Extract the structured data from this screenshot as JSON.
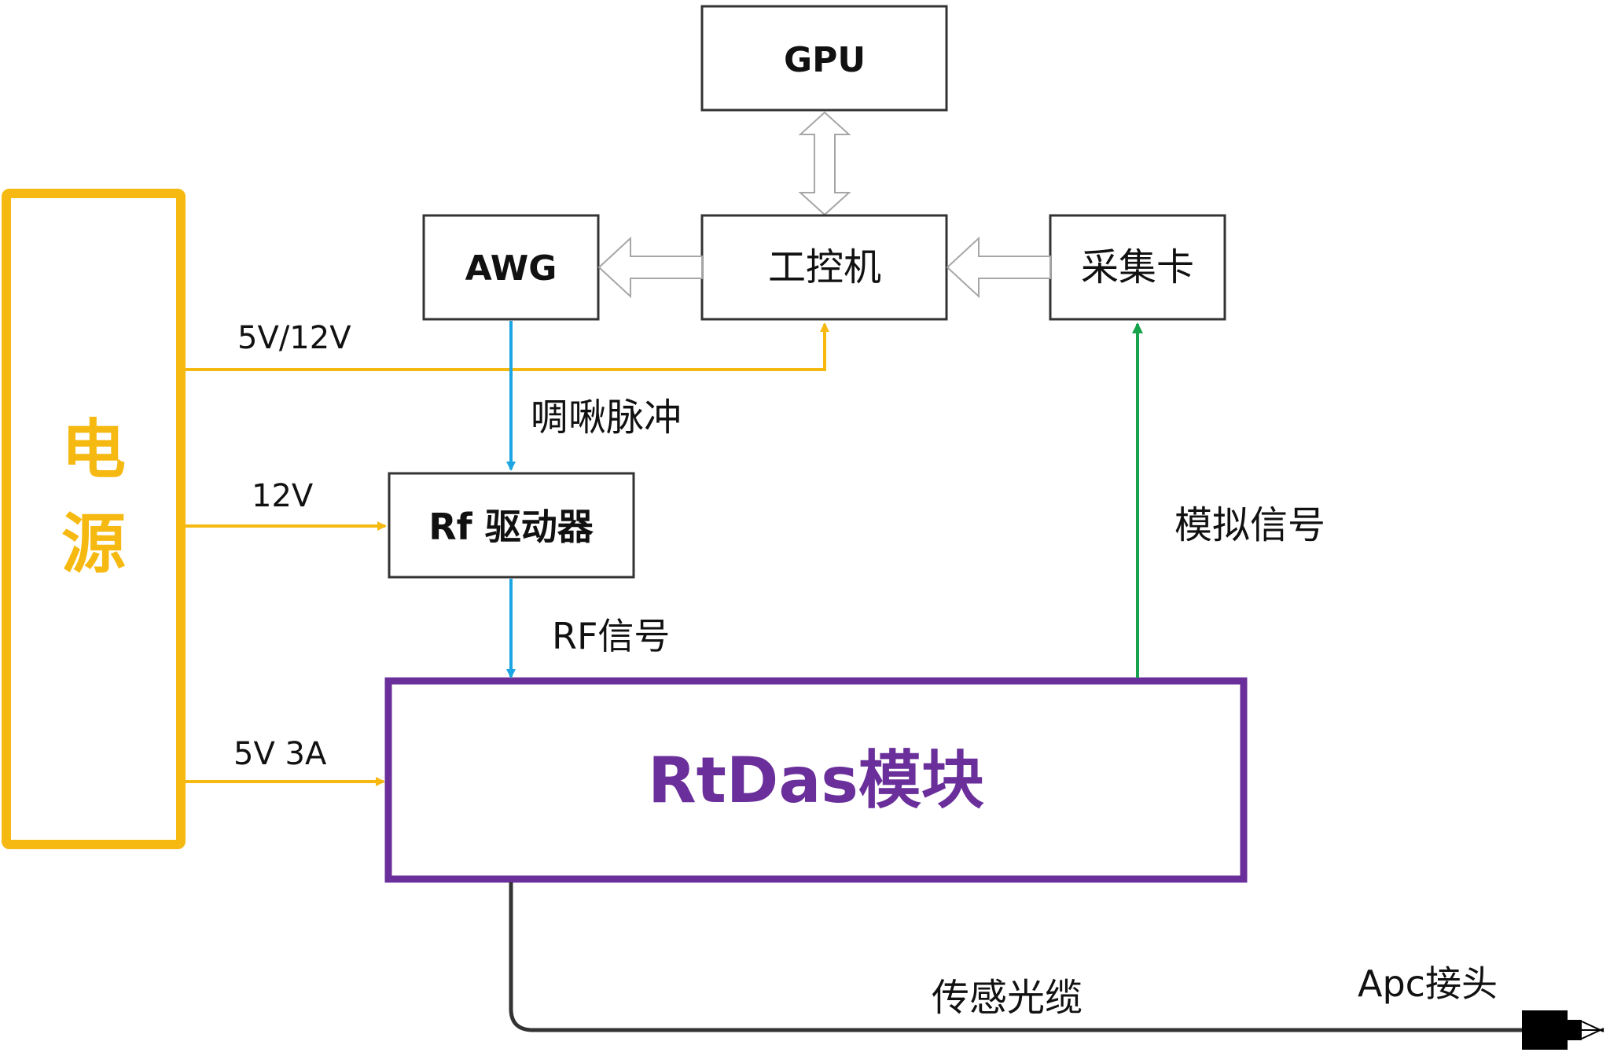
{
  "nodes": {
    "gpu": "GPU",
    "ipc": "工控机",
    "awg": "AWG",
    "daq": "采集卡",
    "rf_driver": "Rf 驱动器",
    "module": "RtDas模块",
    "power": "电源"
  },
  "edge_labels": {
    "v5_12": "5V/12V",
    "v12": "12V",
    "v5_3a": "5V 3A",
    "chirp": "啁啾脉冲",
    "rf_signal": "RF信号",
    "analog_signal": "模拟信号",
    "fiber_cable": "传感光缆",
    "apc_connector": "Apc接头"
  },
  "colors": {
    "power_line": "#f5b911",
    "signal_line": "#1ca5e3",
    "analog_line": "#17a34b",
    "module_border": "#6a2f9a",
    "box_border": "#333333",
    "cable": "#333333"
  }
}
